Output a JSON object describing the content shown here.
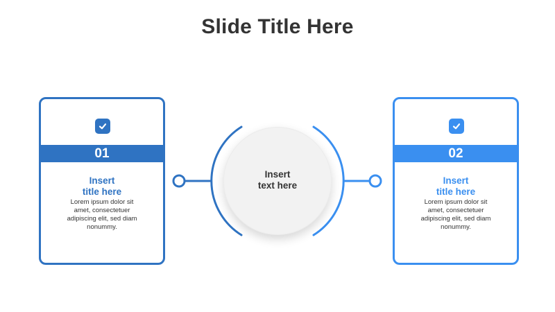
{
  "slide": {
    "title": "Slide Title Here"
  },
  "colors": {
    "left_accent": "#2f73c2",
    "right_accent": "#3a8ff0",
    "text_dark": "#333333",
    "circle_fill": "#f2f2f2"
  },
  "center": {
    "text": "Insert\ntext here"
  },
  "cards": [
    {
      "number": "01",
      "title": "Insert\ntitle here",
      "body": "Lorem ipsum dolor sit\namet, consectetuer\nadipiscing elit, sed diam\nnonummy.",
      "icon": "checkmark-icon"
    },
    {
      "number": "02",
      "title": "Insert\ntitle here",
      "body": "Lorem ipsum dolor sit\namet, consectetuer\nadipiscing elit, sed diam\nnonummy.",
      "icon": "checkmark-icon"
    }
  ]
}
